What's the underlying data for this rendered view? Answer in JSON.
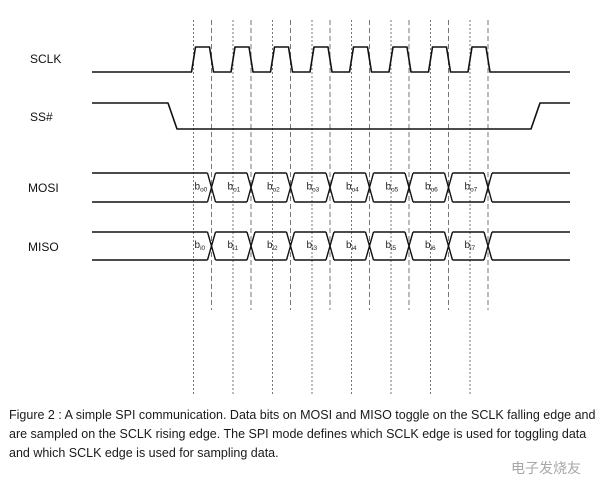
{
  "signals": {
    "sclk": "SCLK",
    "ss": "SS#",
    "mosi": "MOSI",
    "miso": "MISO"
  },
  "mosi_bits": [
    {
      "base": "b",
      "sub": "o0"
    },
    {
      "base": "b",
      "sub": "o1"
    },
    {
      "base": "b",
      "sub": "o2"
    },
    {
      "base": "b",
      "sub": "o3"
    },
    {
      "base": "b",
      "sub": "o4"
    },
    {
      "base": "b",
      "sub": "o5"
    },
    {
      "base": "b",
      "sub": "o6"
    },
    {
      "base": "b",
      "sub": "o7"
    }
  ],
  "miso_bits": [
    {
      "base": "b",
      "sub": "i0"
    },
    {
      "base": "b",
      "sub": "i1"
    },
    {
      "base": "b",
      "sub": "i2"
    },
    {
      "base": "b",
      "sub": "i3"
    },
    {
      "base": "b",
      "sub": "i4"
    },
    {
      "base": "b",
      "sub": "i5"
    },
    {
      "base": "b",
      "sub": "i6"
    },
    {
      "base": "b",
      "sub": "i7"
    }
  ],
  "caption": "Figure 2 : A simple SPI communication. Data bits on MOSI and MISO toggle on the SCLK falling edge and are sampled on the SCLK rising edge. The SPI mode defines which SCLK edge is used for toggling data and which SCLK edge is used for sampling data.",
  "watermark": "电子发烧友"
}
